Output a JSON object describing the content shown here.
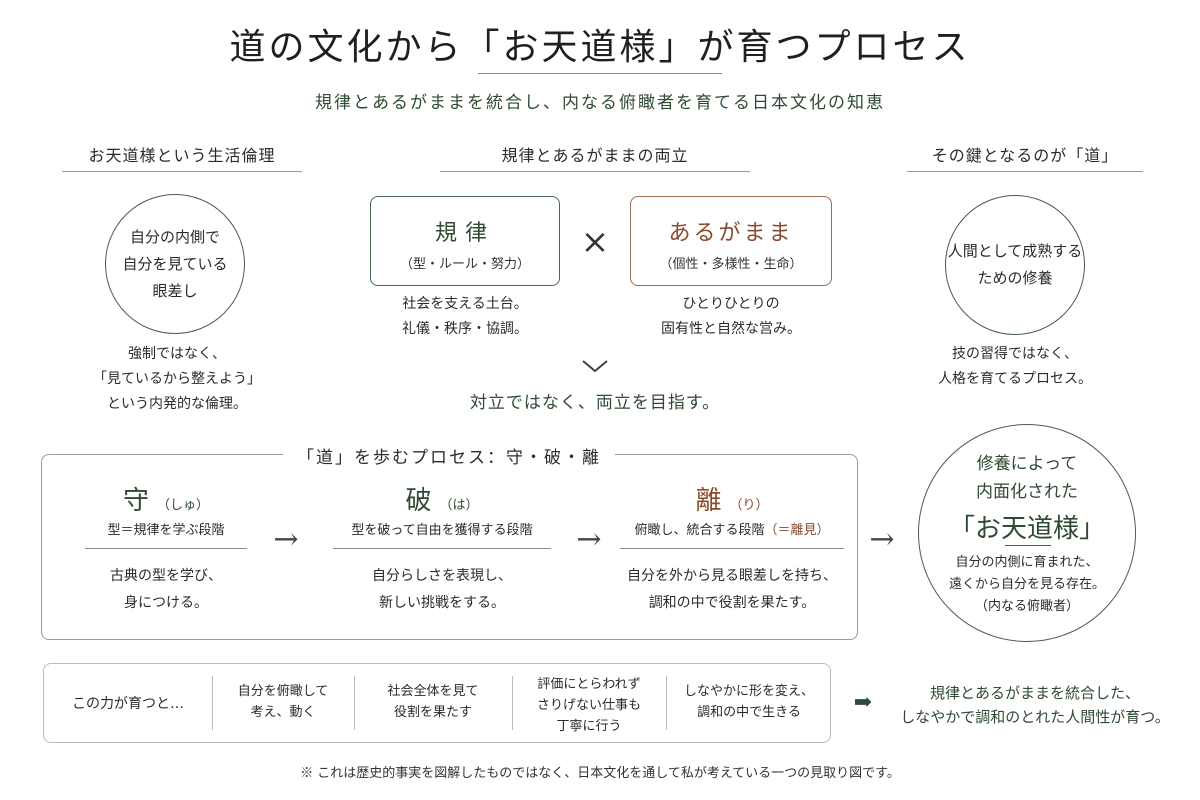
{
  "header": {
    "title": "道の文化から「お天道様」が育つプロセス",
    "subtitle": "規律とあるがままを統合し、内なる俯瞰者を育てる日本文化の知恵"
  },
  "left": {
    "heading": "お天道様という生活倫理",
    "circle_text": "自分の内側で\n自分を見ている\n眼差し",
    "note": "強制ではなく、\n「見ているから整えよう」\nという内発的な倫理。"
  },
  "middle": {
    "heading": "規律とあるがままの両立",
    "kiritsu": {
      "title": "規律",
      "sub": "（型・ルール・努力）",
      "note": "社会を支える土台。\n礼儀・秩序・協調。"
    },
    "cross": "×",
    "arugamama": {
      "title": "あるがまま",
      "sub": "（個性・多様性・生命）",
      "note": "ひとりひとりの\n固有性と自然な営み。"
    },
    "conclusion": "対立ではなく、両立を目指す。"
  },
  "right": {
    "heading": "その鍵となるのが「道」",
    "circle_text": "人間として成熟する\nための修養",
    "note": "技の習得ではなく、\n人格を育てるプロセス。"
  },
  "process": {
    "title": "「道」を歩むプロセス：守・破・離",
    "stages": [
      {
        "name": "守",
        "reading": "（しゅ）",
        "desc": "型＝規律を学ぶ段階",
        "desc_extra": "",
        "note": "古典の型を学び、\n身につける。"
      },
      {
        "name": "破",
        "reading": "（は）",
        "desc": "型を破って自由を獲得する段階",
        "desc_extra": "",
        "note": "自分らしさを表現し、\n新しい挑戦をする。"
      },
      {
        "name": "離",
        "reading": "（り）",
        "desc": "俯瞰し、統合する段階",
        "desc_extra": "（＝離見）",
        "note": "自分を外から見る眼差しを持ち、\n調和の中で役割を果たす。"
      }
    ],
    "arrow": "→"
  },
  "result": {
    "line1": "修養によって",
    "line2": "内面化された",
    "big": "「お天道様」",
    "note": "自分の内側に育まれた、\n遠くから自分を見る存在。\n（内なる俯瞰者）"
  },
  "grow": {
    "label": "この力が育つと…",
    "items": [
      "自分を俯瞰して\n考え、動く",
      "社会全体を見て\n役割を果たす",
      "評価にとらわれず\nさりげない仕事も\n丁寧に行う",
      "しなやかに形を変え、\n調和の中で生きる"
    ],
    "arrow": "➡",
    "conclusion": "規律とあるがままを統合した、\nしなやかで調和のとれた人間性が育つ。"
  },
  "footnote": "※ これは歴史的事実を図解したものではなく、日本文化を通して私が考えている一つの見取り図です。",
  "colors": {
    "green": "#2f4a33",
    "brown": "#8a4b2c",
    "border": "#999999"
  },
  "icons": {
    "chevron": "chevron-down-icon",
    "arrows": "arrow-right-icon"
  }
}
